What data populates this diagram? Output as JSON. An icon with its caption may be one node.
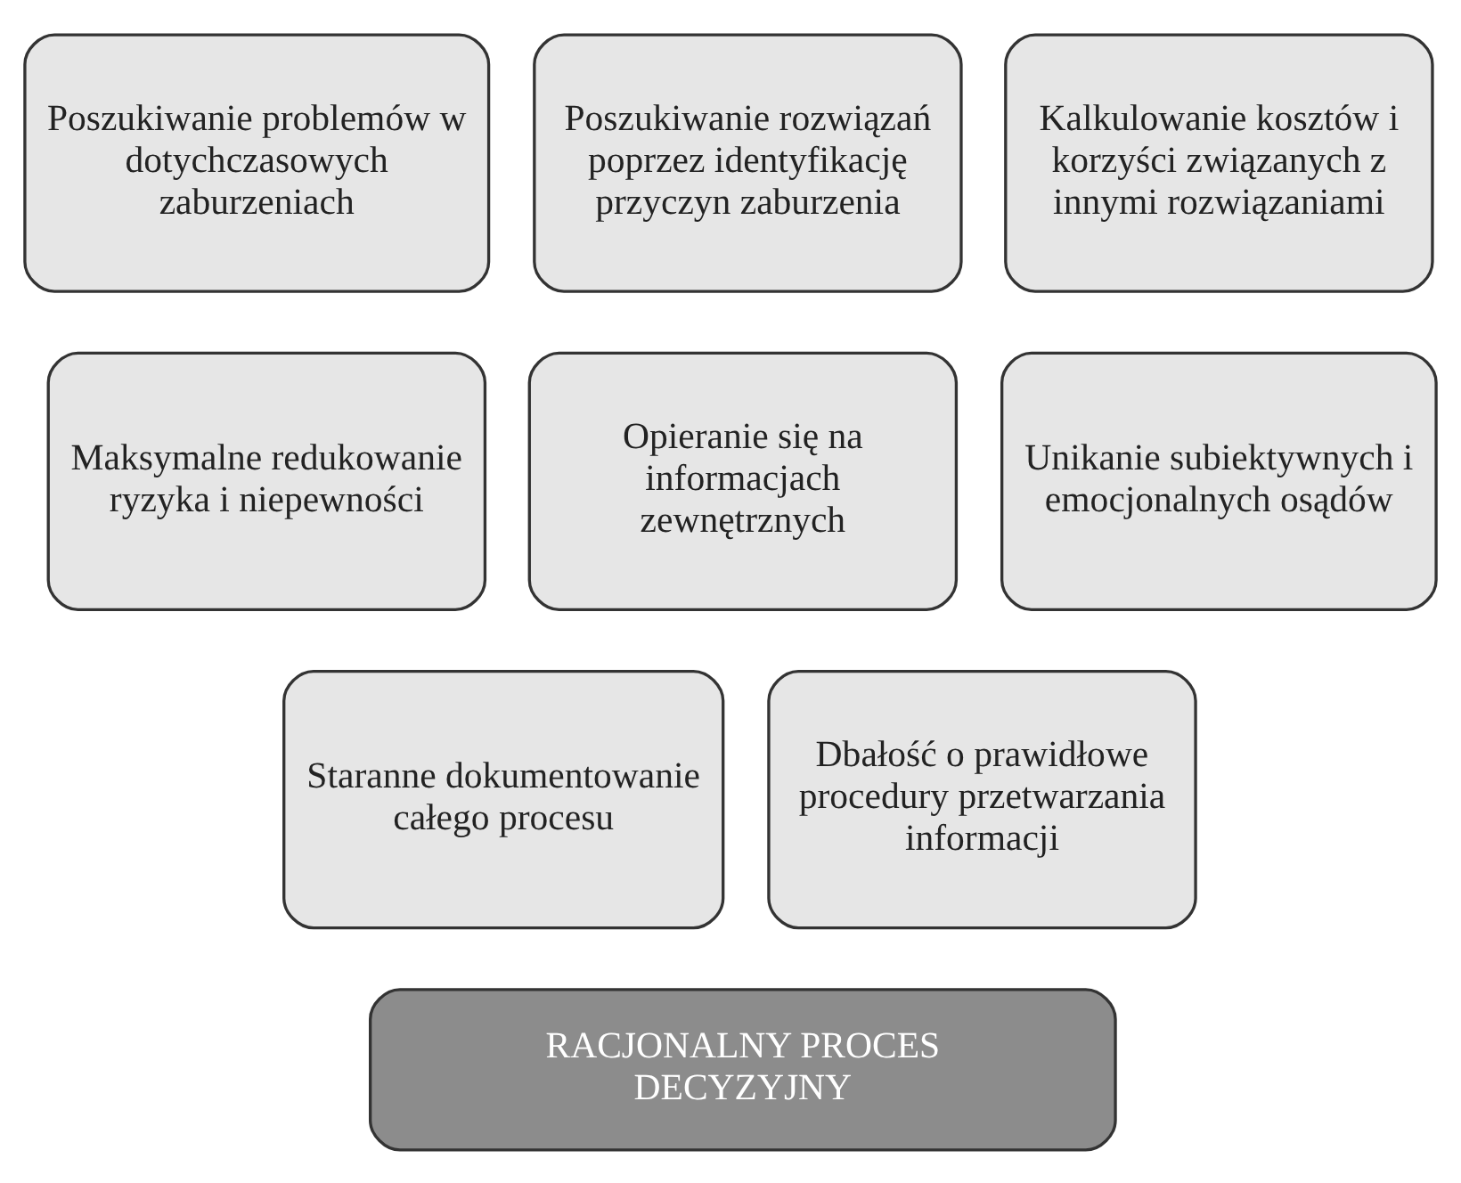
{
  "diagram": {
    "nodes": [
      {
        "text": [
          "Poszukiwanie problemów w dotychczasowych zaburzeniach"
        ]
      },
      {
        "text": [
          "Poszukiwanie rozwiązań poprzez identyfikację przyczyn zaburzenia"
        ]
      },
      {
        "text": [
          "Kalkulowanie kosztów i korzyści związanych z innymi rozwiązaniami"
        ]
      },
      {
        "text": [
          "Maksymalne redukowanie ryzyka i niepewności"
        ]
      },
      {
        "text": [
          "Opieranie się na informacjach zewnętrznych"
        ]
      },
      {
        "text": [
          "Unikanie subiektywnych i emocjonalnych osądów"
        ]
      },
      {
        "text": [
          "Staranne dokumentowanie całego procesu"
        ]
      },
      {
        "text": [
          "Dbałość o prawidłowe procedury przetwarzania informacji"
        ]
      },
      {
        "text": [
          "RACJONALNY PROCES DECYZYJNY"
        ]
      }
    ],
    "edges": []
  }
}
